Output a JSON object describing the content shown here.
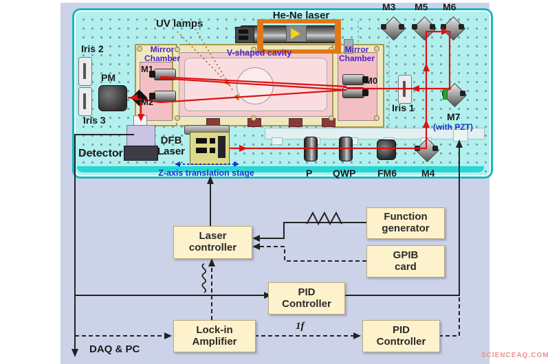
{
  "optical_table": {
    "labels": {
      "m3": "M3",
      "m5": "M5",
      "m6": "M6",
      "hene_laser": "He-Ne laser",
      "uv_lamps": "UV lamps",
      "iris2": "Iris 2",
      "pm": "PM",
      "iris3": "Iris 3",
      "mirror_chamber_left": "Mirror Chamber",
      "v_cavity": "V-shaped cavity",
      "mirror_chamber_right": "Mirror Chamber",
      "m1": "M1",
      "m2": "M2",
      "m0": "M0",
      "iris1": "Iris 1",
      "m7": "M7",
      "with_pzt": "(with PZT)",
      "detector": "Detector",
      "dfb_laser": "DFB Laser",
      "z_stage": "Z-axis translation stage",
      "p": "P",
      "qwp": "QWP",
      "fm6": "FM6",
      "m4": "M4"
    }
  },
  "control_diagram": {
    "laser_controller": "Laser controller",
    "function_generator": "Function generator",
    "gpib_card": "GPIB card",
    "pid_controller_1": "PID Controller",
    "pid_controller_2": "PID Controller",
    "lockin_amplifier": "Lock-in Amplifier",
    "daq_pc": "DAQ & PC",
    "one_f": "1f"
  },
  "watermark": "SCIENCEAQ.COM",
  "colors": {
    "panel_bg": "#ccd3e8",
    "table_surface": "#b2efed",
    "table_border": "#14b8c0",
    "beam_red": "#dd1111",
    "box_fill": "#fdf2cc",
    "label_purple": "#4a1fc8",
    "label_blue": "#1b35cc"
  }
}
